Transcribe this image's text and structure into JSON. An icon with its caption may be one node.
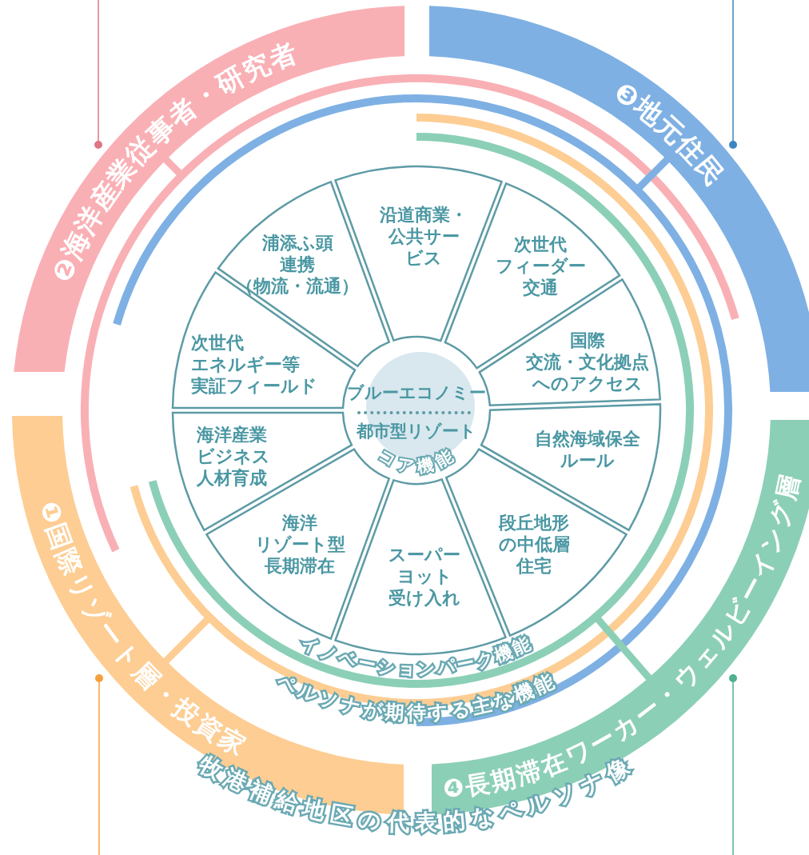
{
  "diagram": {
    "nodes": [
      {
        "text": [
          "❷海洋産業従事者・研究者"
        ]
      },
      {
        "text": [
          "❸地元住民"
        ]
      },
      {
        "text": [
          "浦添ふ頭連携（物流・流通）"
        ]
      },
      {
        "text": [
          "沿道商業・公共サービス"
        ]
      },
      {
        "text": [
          "次世代フィーダー交通"
        ]
      },
      {
        "text": [
          "次世代エネルギー等実証フィールド"
        ]
      },
      {
        "text": [
          "ブルーエコノミー",
          "都市型リゾート",
          "コア機能"
        ]
      },
      {
        "text": [
          "国際交流・文化拠点へのアクセス"
        ]
      },
      {
        "text": [
          "海洋産業ビジネス人材育成"
        ]
      },
      {
        "text": [
          "自然海域保全ルール"
        ]
      },
      {
        "text": [
          "海洋リゾート型長期滞在"
        ]
      },
      {
        "text": [
          "スーパーヨット受け入れ"
        ]
      },
      {
        "text": [
          "段丘地形の中低層住宅"
        ]
      },
      {
        "text": [
          "❶国際リゾート層・投資家"
        ]
      },
      {
        "text": [
          "❹長期滞在ワーカー・ウェルビーイング層"
        ]
      }
    ],
    "edges": [
      {
        "from": 0,
        "to": null,
        "arrow": "other",
        "color": "#e07683"
      },
      {
        "from": 1,
        "to": null,
        "arrow": "other",
        "color": "#3a86c0"
      },
      {
        "from": 13,
        "to": null,
        "arrow": "other",
        "color": "#f5a03c"
      },
      {
        "from": 14,
        "to": null,
        "arrow": "other",
        "color": "#4eb08f"
      }
    ],
    "labels": [
      "イノベーションパーク機能",
      "ペルソナが期待する主な機能",
      "牧港補給地区の代表的なペルソナ像"
    ]
  }
}
